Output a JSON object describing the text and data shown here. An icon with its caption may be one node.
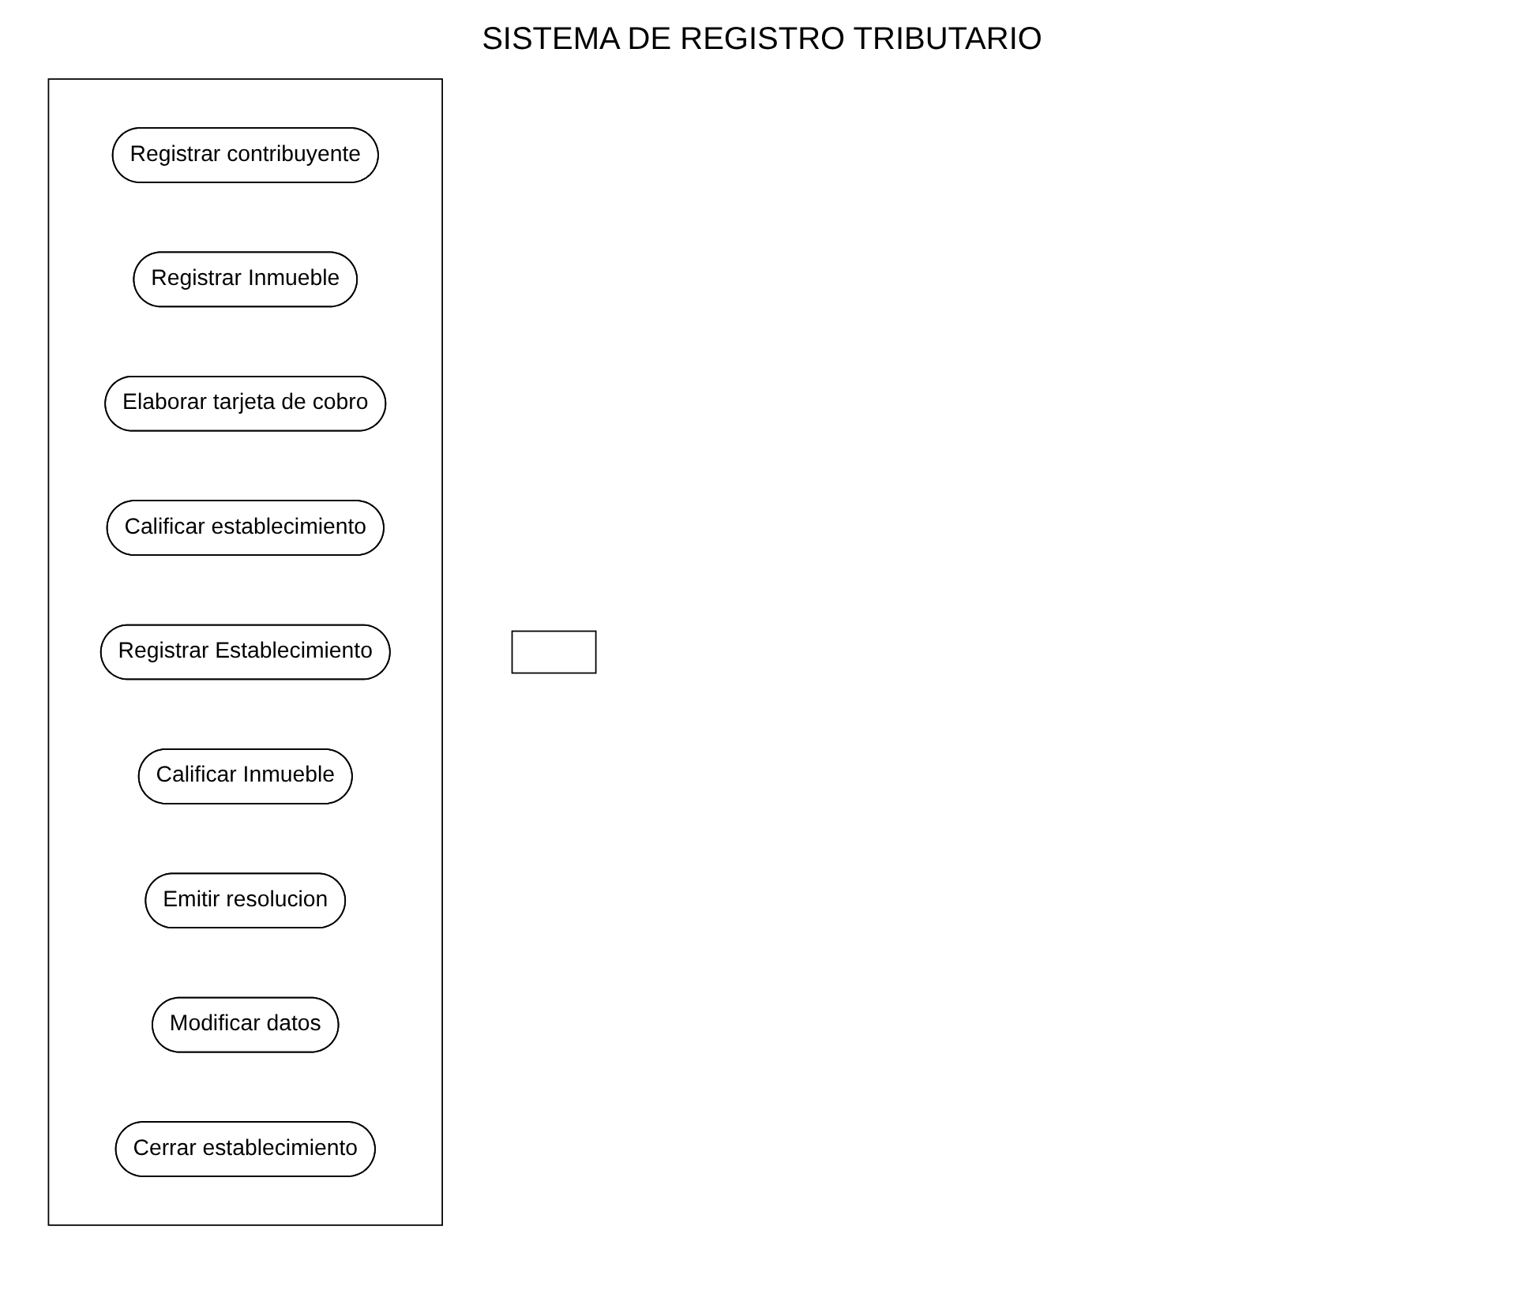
{
  "diagram": {
    "title": "SISTEMA DE REGISTRO TRIBUTARIO",
    "nodes": [
      {
        "text": [],
        "shape": "box"
      },
      {
        "text": [],
        "shape": "box"
      },
      {
        "text": [
          "Registrar contribuyente"
        ],
        "in": 1
      },
      {
        "text": [
          "Registrar Inmueble"
        ],
        "in": 1
      },
      {
        "text": [
          "Elaborar tarjeta de cobro"
        ],
        "in": 1
      },
      {
        "text": [
          "Calificar establecimiento"
        ],
        "in": 1
      },
      {
        "text": [
          "Registrar Establecimiento"
        ],
        "in": 1
      },
      {
        "text": [
          "Calificar Inmueble"
        ],
        "in": 1
      },
      {
        "text": [
          "Emitir resolucion"
        ],
        "in": 1
      },
      {
        "text": [
          "Modificar datos"
        ],
        "in": 1
      },
      {
        "text": [
          "Cerrar establecimiento"
        ],
        "in": 1
      }
    ],
    "edges": []
  }
}
